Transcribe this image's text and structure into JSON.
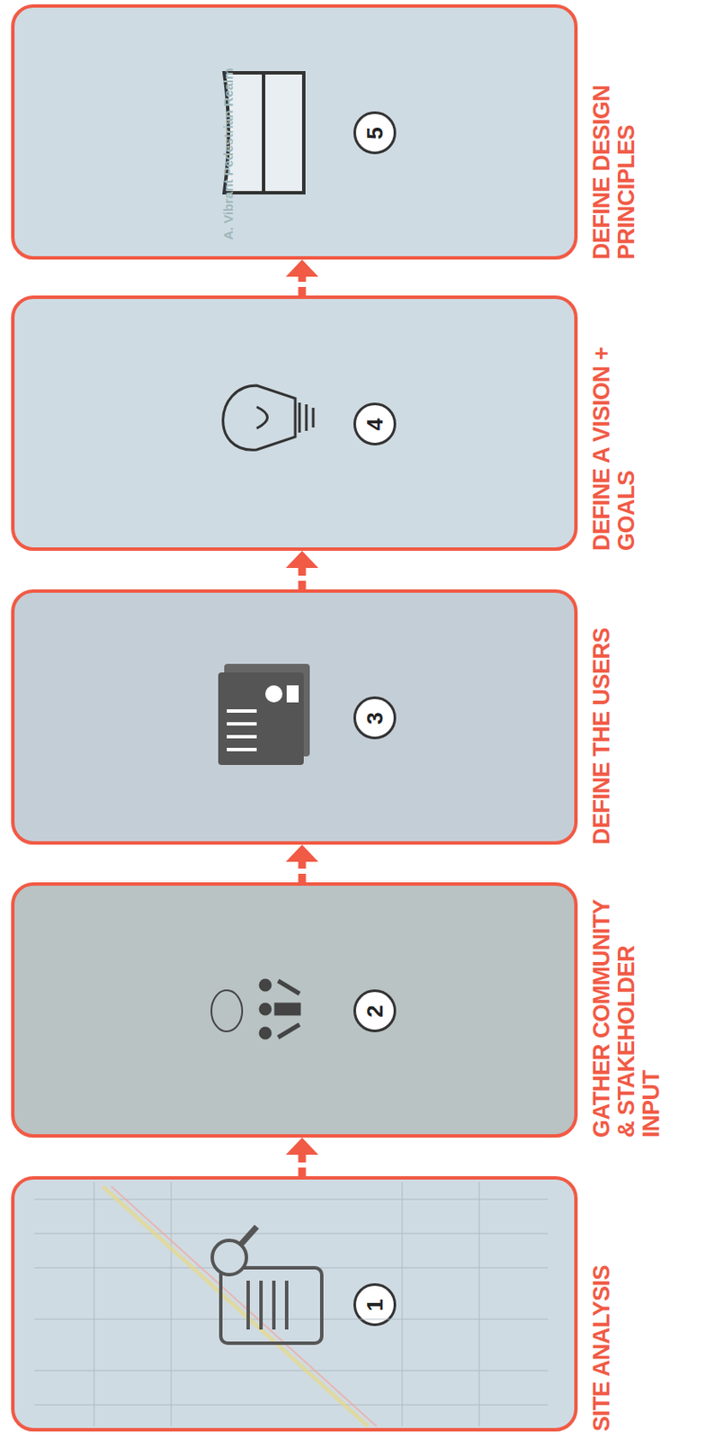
{
  "diagram": {
    "nodes": [
      {
        "text": [
          "SITE ANALYSIS",
          "1"
        ]
      },
      {
        "text": [
          "GATHER COMMUNITY & STAKEHOLDER INPUT",
          "2"
        ]
      },
      {
        "text": [
          "DEFINE THE USERS",
          "3"
        ]
      },
      {
        "text": [
          "DEFINE A VISION + GOALS",
          "4"
        ]
      },
      {
        "text": [
          "DEFINE DESIGN PRINCIPLES",
          "5"
        ]
      }
    ],
    "edges": [
      {
        "from": 0,
        "to": 1,
        "arrow": "to"
      },
      {
        "from": 1,
        "to": 2,
        "arrow": "to"
      },
      {
        "from": 2,
        "to": 3,
        "arrow": "to"
      },
      {
        "from": 3,
        "to": 4,
        "arrow": "to"
      }
    ],
    "labels": [
      "A. Vibrant Pedestrian Realm"
    ]
  }
}
